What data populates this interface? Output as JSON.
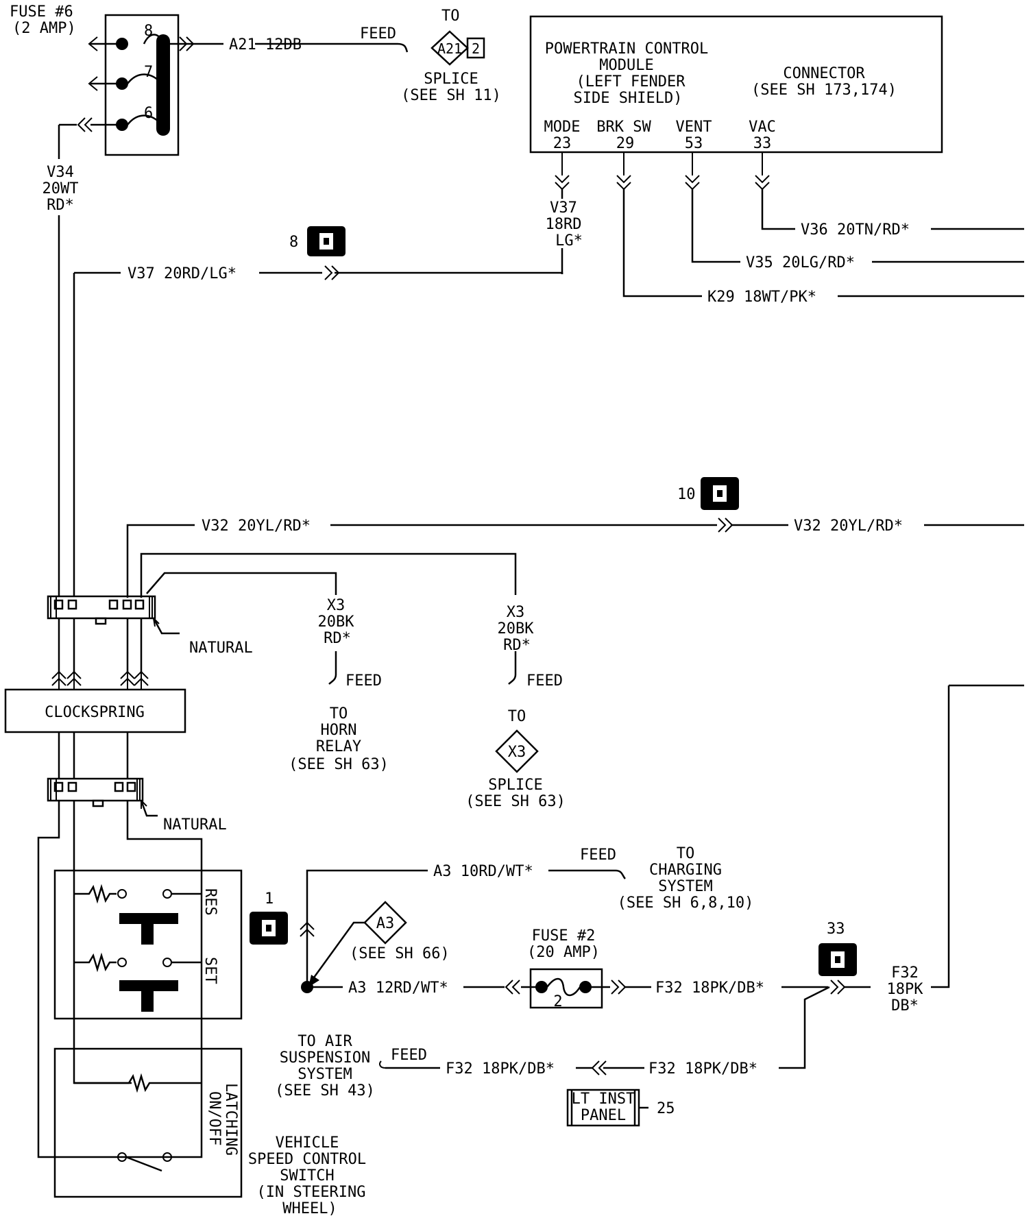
{
  "fuse6": {
    "title": "FUSE #6",
    "rating": "(2 AMP)",
    "pins": [
      "8",
      "7",
      "6"
    ]
  },
  "a21": {
    "wire": "A21 12DB",
    "feed": "FEED",
    "to": "TO",
    "splice_id": "A21",
    "splice_num": "2",
    "splice": "SPLICE",
    "see": "(SEE SH 11)"
  },
  "pcm": {
    "name_lines": [
      "POWERTRAIN CONTROL",
      "MODULE",
      "(LEFT FENDER",
      "SIDE SHIELD)"
    ],
    "connector_lines": [
      "CONNECTOR",
      "(SEE SH 173,174)"
    ],
    "pins": [
      {
        "name": "MODE",
        "num": "23"
      },
      {
        "name": "BRK SW",
        "num": "29"
      },
      {
        "name": "VENT",
        "num": "53"
      },
      {
        "name": "VAC",
        "num": "33"
      }
    ]
  },
  "wires": {
    "v34": [
      "V34",
      "20WT",
      "RD*"
    ],
    "v37_vertical": [
      "V37",
      "18RD",
      "LG*"
    ],
    "v37": "V37 20RD/LG*",
    "v36": "V36 20TN/RD*",
    "v35": "V35 20LG/RD*",
    "k29": "K29 18WT/PK*",
    "v32_left": "V32 20YL/RD*",
    "v32_right": "V32 20YL/RD*",
    "x3_a": [
      "X3",
      "20BK",
      "RD*"
    ],
    "x3_b": [
      "X3",
      "20BK",
      "RD*"
    ],
    "a3_top": "A3 10RD/WT*",
    "a3_bottom": "A3 12RD/WT*",
    "f32_right": "F32 18PK/DB*",
    "f32_vertical": [
      "F32",
      "18PK",
      "DB*"
    ],
    "f32_bottom_right": "F32 18PK/DB*",
    "f32_bottom_left": "F32 18PK/DB*"
  },
  "connectors": {
    "c8": "8",
    "c10": "10",
    "c1": "1",
    "c33": "33",
    "lt_inst_panel": [
      "LT INST",
      "PANEL"
    ],
    "lt_num": "25"
  },
  "natural": "NATURAL",
  "clockspring": "CLOCKSPRING",
  "horn": {
    "feed": "FEED",
    "lines": [
      "TO",
      "HORN",
      "RELAY",
      "(SEE SH 63)"
    ]
  },
  "x3_splice": {
    "feed": "FEED",
    "to": "TO",
    "id": "X3",
    "lines": [
      "SPLICE",
      "(SEE SH 63)"
    ]
  },
  "charging": {
    "feed": "FEED",
    "lines": [
      "TO",
      "CHARGING",
      "SYSTEM",
      "(SEE SH 6,8,10)"
    ]
  },
  "a3_splice": {
    "id": "A3",
    "see": "(SEE SH 66)"
  },
  "fuse2": {
    "title": "FUSE #2",
    "rating": "(20 AMP)",
    "num": "2"
  },
  "air_susp": {
    "feed": "FEED",
    "lines": [
      "TO AIR",
      "SUSPENSION",
      "SYSTEM",
      "(SEE SH 43)"
    ]
  },
  "switch": {
    "res": "RES",
    "set": "SET",
    "latching": [
      "LATCHING",
      "ON/OFF"
    ],
    "title_lines": [
      "VEHICLE",
      "SPEED CONTROL",
      "SWITCH",
      "(IN STEERING",
      "WHEEL)"
    ]
  }
}
